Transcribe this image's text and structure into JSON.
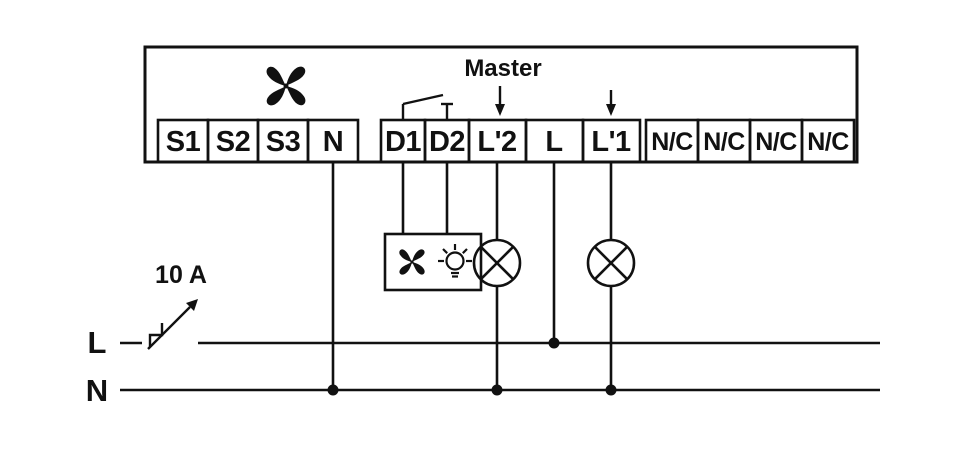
{
  "colors": {
    "ink": "#111111",
    "background": "#ffffff"
  },
  "terminals": [
    "S1",
    "S2",
    "S3",
    "N",
    "D1",
    "D2",
    "L'2",
    "L",
    "L'1",
    "N/C",
    "N/C",
    "N/C",
    "N/C"
  ],
  "annotations": {
    "master_label": "Master",
    "breaker_rating": "10 A",
    "live_label": "L",
    "neutral_label": "N"
  },
  "icons": {
    "fan": "fan-pinwheel",
    "bulb": "bulb-with-rays",
    "lamp": "circle-with-diagonal-cross",
    "master_arrow": "arrow-down",
    "breaker": "switch-blade-arrow",
    "internal_switch": "open-contact"
  }
}
